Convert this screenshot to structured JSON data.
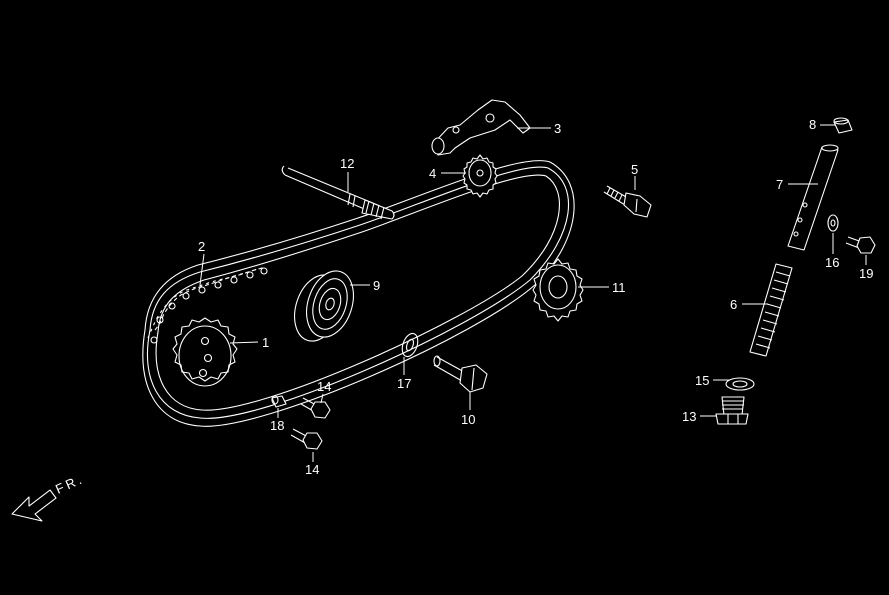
{
  "diagram": {
    "direction_label": "FR.",
    "callouts": {
      "c1": "1",
      "c2": "2",
      "c3": "3",
      "c4": "4",
      "c5": "5",
      "c6": "6",
      "c7": "7",
      "c8": "8",
      "c9": "9",
      "c10": "10",
      "c11": "11",
      "c12": "12",
      "c13": "13",
      "c14a": "14",
      "c14b": "14",
      "c15": "15",
      "c16": "16",
      "c17": "17",
      "c18": "18",
      "c19": "19"
    }
  },
  "colors": {
    "background": "#000000",
    "lines": "#ffffff"
  }
}
